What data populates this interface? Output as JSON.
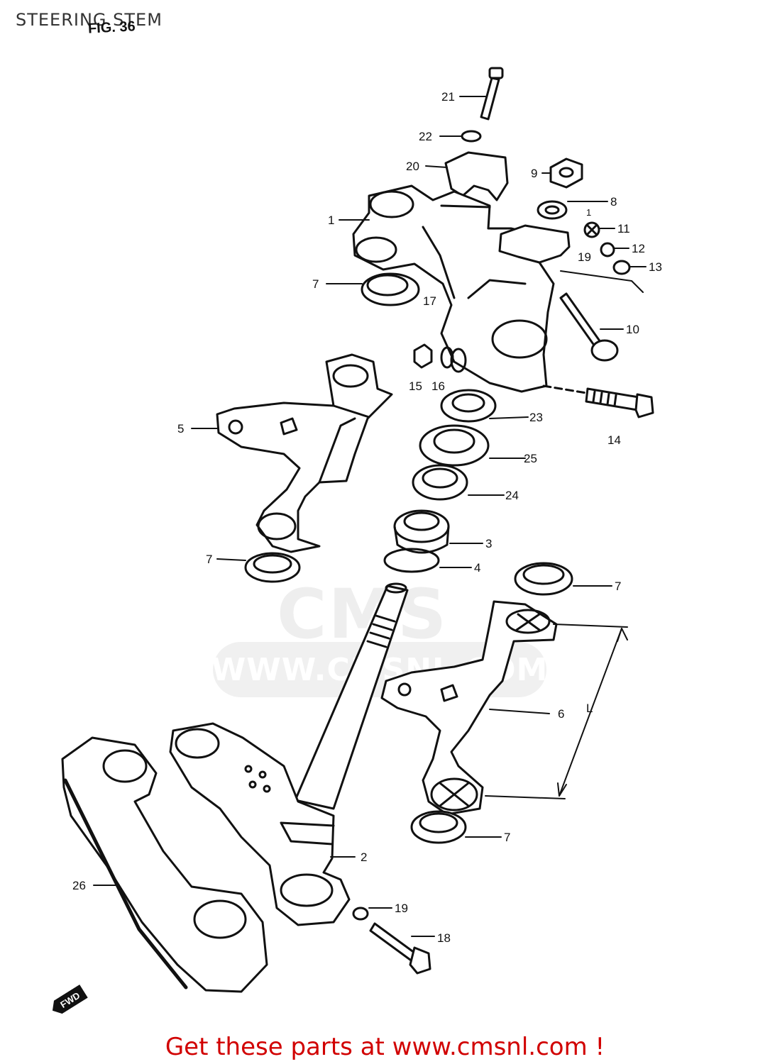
{
  "header": {
    "title": "STEERING STEM",
    "figure": "FIG. 36"
  },
  "watermark": {
    "logo": "CMS",
    "url": "WWW.CMSNL.COM"
  },
  "fwd": {
    "label": "FWD"
  },
  "footer": {
    "text": "Get these parts at www.cmsnl.com !"
  },
  "callouts": [
    {
      "id": "c21",
      "label": "21"
    },
    {
      "id": "c22",
      "label": "22"
    },
    {
      "id": "c20",
      "label": "20"
    },
    {
      "id": "c9",
      "label": "9"
    },
    {
      "id": "c8",
      "label": "8"
    },
    {
      "id": "c1a",
      "label": "1"
    },
    {
      "id": "c1b",
      "label": "1"
    },
    {
      "id": "c11",
      "label": "11"
    },
    {
      "id": "c12",
      "label": "12"
    },
    {
      "id": "c13",
      "label": "13"
    },
    {
      "id": "c19a",
      "label": "19"
    },
    {
      "id": "c7a",
      "label": "7"
    },
    {
      "id": "c17",
      "label": "17"
    },
    {
      "id": "c10",
      "label": "10"
    },
    {
      "id": "c15",
      "label": "15"
    },
    {
      "id": "c16",
      "label": "16"
    },
    {
      "id": "c23",
      "label": "23"
    },
    {
      "id": "c14",
      "label": "14"
    },
    {
      "id": "c5",
      "label": "5"
    },
    {
      "id": "c25",
      "label": "25"
    },
    {
      "id": "c24",
      "label": "24"
    },
    {
      "id": "c3",
      "label": "3"
    },
    {
      "id": "c4",
      "label": "4"
    },
    {
      "id": "c7b",
      "label": "7"
    },
    {
      "id": "c7c",
      "label": "7"
    },
    {
      "id": "cL",
      "label": "L"
    },
    {
      "id": "c6",
      "label": "6"
    },
    {
      "id": "c7d",
      "label": "7"
    },
    {
      "id": "c2",
      "label": "2"
    },
    {
      "id": "c26",
      "label": "26"
    },
    {
      "id": "c19b",
      "label": "19"
    },
    {
      "id": "c18",
      "label": "18"
    }
  ]
}
